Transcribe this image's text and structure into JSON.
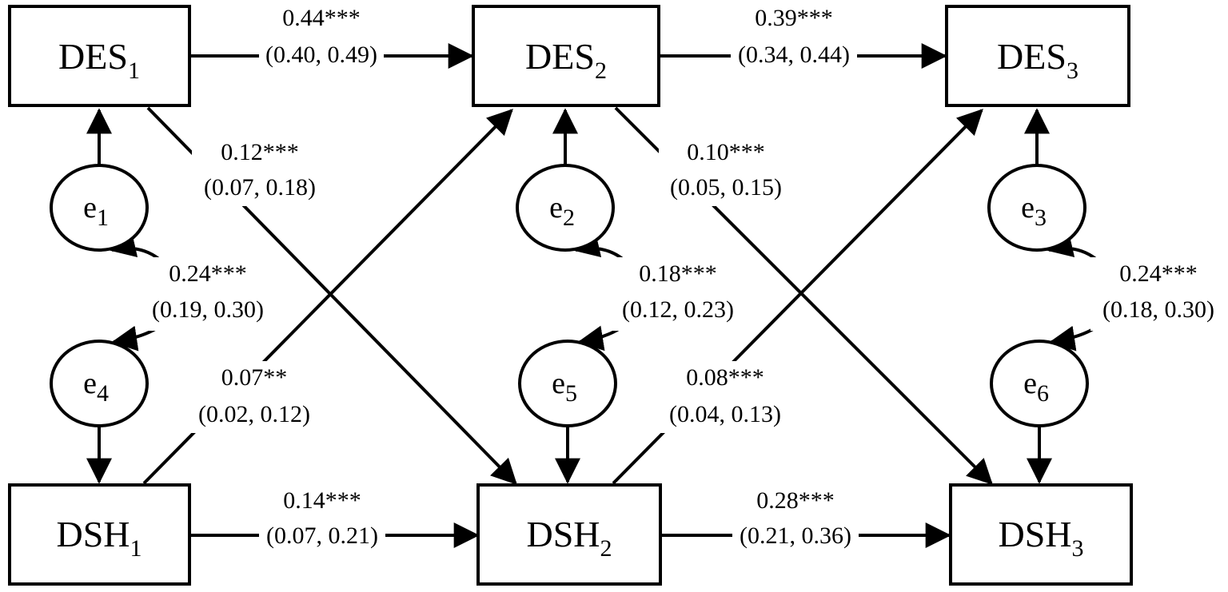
{
  "nodes": {
    "des1": {
      "base": "DES",
      "sub": "1"
    },
    "des2": {
      "base": "DES",
      "sub": "2"
    },
    "des3": {
      "base": "DES",
      "sub": "3"
    },
    "dsh1": {
      "base": "DSH",
      "sub": "1"
    },
    "dsh2": {
      "base": "DSH",
      "sub": "2"
    },
    "dsh3": {
      "base": "DSH",
      "sub": "3"
    }
  },
  "errors": {
    "e1": {
      "base": "e",
      "sub": "1"
    },
    "e2": {
      "base": "e",
      "sub": "2"
    },
    "e3": {
      "base": "e",
      "sub": "3"
    },
    "e4": {
      "base": "e",
      "sub": "4"
    },
    "e5": {
      "base": "e",
      "sub": "5"
    },
    "e6": {
      "base": "e",
      "sub": "6"
    }
  },
  "paths": {
    "des1_des2": {
      "coef": "0.44***",
      "ci": "(0.40, 0.49)"
    },
    "des2_des3": {
      "coef": "0.39***",
      "ci": "(0.34, 0.44)"
    },
    "dsh1_dsh2": {
      "coef": "0.14***",
      "ci": "(0.07, 0.21)"
    },
    "dsh2_dsh3": {
      "coef": "0.28***",
      "ci": "(0.21, 0.36)"
    },
    "des1_dsh2": {
      "coef": "0.12***",
      "ci": "(0.07, 0.18)"
    },
    "des2_dsh3": {
      "coef": "0.10***",
      "ci": "(0.05, 0.15)"
    },
    "dsh1_des2": {
      "coef": "0.07**",
      "ci": "(0.02, 0.12)"
    },
    "dsh2_des3": {
      "coef": "0.08***",
      "ci": "(0.04, 0.13)"
    },
    "cov_e1_e4": {
      "coef": "0.24***",
      "ci": "(0.19, 0.30)"
    },
    "cov_e2_e5": {
      "coef": "0.18***",
      "ci": "(0.12, 0.23)"
    },
    "cov_e3_e6": {
      "coef": "0.24***",
      "ci": "(0.18, 0.30)"
    }
  }
}
